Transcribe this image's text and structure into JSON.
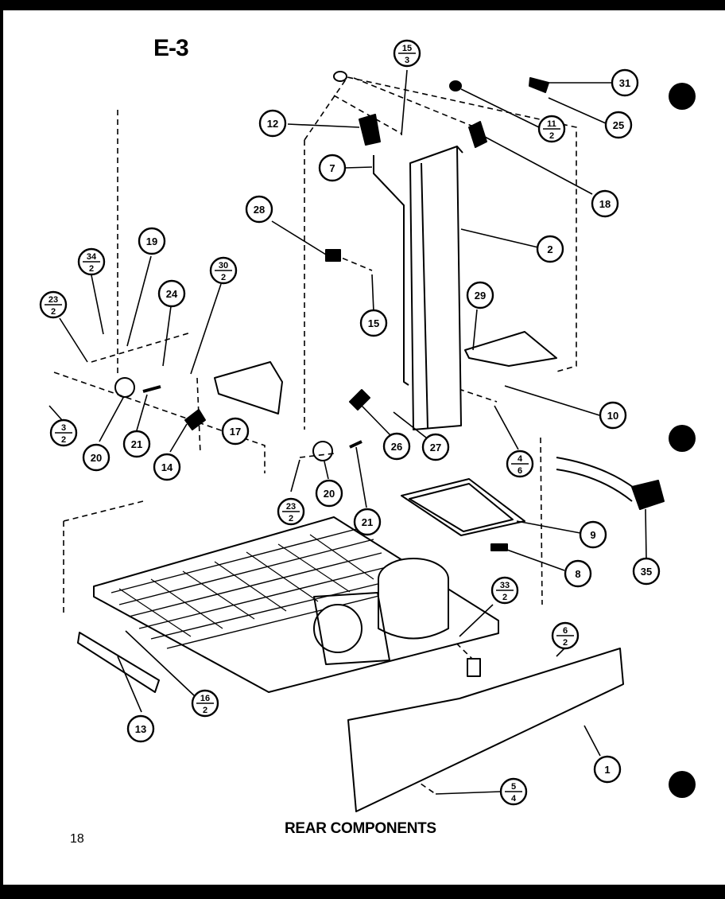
{
  "sheet_title": "E-3",
  "caption": "REAR COMPONENTS",
  "page_number": "18",
  "callouts": [
    {
      "name": "callout-15-over-3",
      "label": "15",
      "sub": "3"
    },
    {
      "name": "callout-31",
      "label": "31"
    },
    {
      "name": "callout-11-over-2",
      "label": "11",
      "sub": "2"
    },
    {
      "name": "callout-25",
      "label": "25"
    },
    {
      "name": "callout-12",
      "label": "12"
    },
    {
      "name": "callout-7",
      "label": "7"
    },
    {
      "name": "callout-18",
      "label": "18"
    },
    {
      "name": "callout-28",
      "label": "28"
    },
    {
      "name": "callout-2",
      "label": "2"
    },
    {
      "name": "callout-15",
      "label": "15"
    },
    {
      "name": "callout-19",
      "label": "19"
    },
    {
      "name": "callout-34-over-2",
      "label": "34",
      "sub": "2"
    },
    {
      "name": "callout-30-over-2",
      "label": "30",
      "sub": "2"
    },
    {
      "name": "callout-24",
      "label": "24"
    },
    {
      "name": "callout-23-over-2-left",
      "label": "23",
      "sub": "2"
    },
    {
      "name": "callout-29",
      "label": "29"
    },
    {
      "name": "callout-10",
      "label": "10"
    },
    {
      "name": "callout-3-over-2",
      "label": "3",
      "sub": "2"
    },
    {
      "name": "callout-21-left",
      "label": "21"
    },
    {
      "name": "callout-17",
      "label": "17"
    },
    {
      "name": "callout-20-left",
      "label": "20"
    },
    {
      "name": "callout-14",
      "label": "14"
    },
    {
      "name": "callout-26",
      "label": "26"
    },
    {
      "name": "callout-27",
      "label": "27"
    },
    {
      "name": "callout-4-over-6",
      "label": "4",
      "sub": "6"
    },
    {
      "name": "callout-23-over-2-center",
      "label": "23",
      "sub": "2"
    },
    {
      "name": "callout-20-center",
      "label": "20"
    },
    {
      "name": "callout-21-center",
      "label": "21"
    },
    {
      "name": "callout-9",
      "label": "9"
    },
    {
      "name": "callout-35",
      "label": "35"
    },
    {
      "name": "callout-8",
      "label": "8"
    },
    {
      "name": "callout-33-over-2",
      "label": "33",
      "sub": "2"
    },
    {
      "name": "callout-6-over-2",
      "label": "6",
      "sub": "2"
    },
    {
      "name": "callout-16-over-2",
      "label": "16",
      "sub": "2"
    },
    {
      "name": "callout-13",
      "label": "13"
    },
    {
      "name": "callout-1",
      "label": "1"
    },
    {
      "name": "callout-5-over-4",
      "label": "5",
      "sub": "4"
    }
  ],
  "colors": {
    "ink": "#000000",
    "paper": "#ffffff"
  }
}
